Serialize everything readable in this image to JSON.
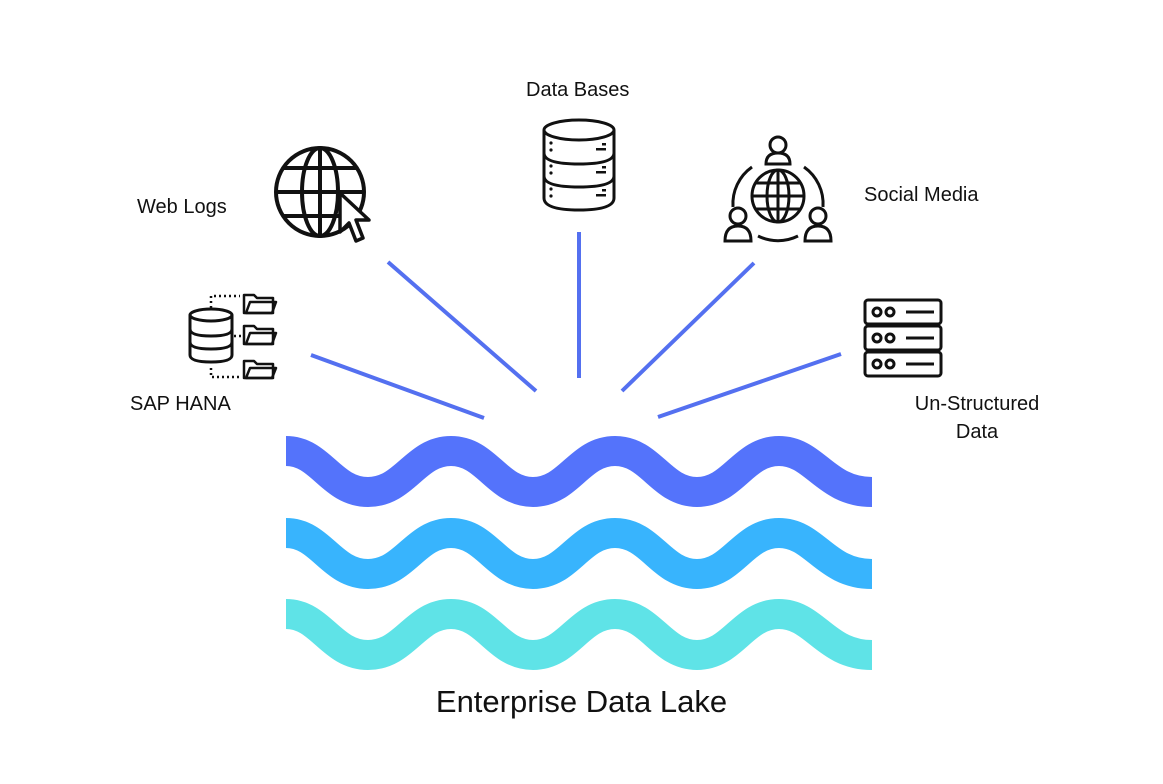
{
  "title": "Enterprise Data Lake",
  "sources": [
    {
      "id": "data-bases",
      "label": "Data Bases",
      "icon": "database-icon"
    },
    {
      "id": "web-logs",
      "label": "Web Logs",
      "icon": "globe-cursor-icon"
    },
    {
      "id": "social-media",
      "label": "Social Media",
      "icon": "globe-people-icon"
    },
    {
      "id": "sap-hana",
      "label": "SAP HANA",
      "icon": "database-folders-icon"
    },
    {
      "id": "unstructured",
      "label_line1": "Un-Structured",
      "label_line2": "Data",
      "icon": "server-rack-icon"
    }
  ],
  "colors": {
    "connector": "#5470f0",
    "wave_top": "#5473fb",
    "wave_middle": "#38b4fd",
    "wave_bottom": "#5fe3e7",
    "icon": "#111111"
  }
}
